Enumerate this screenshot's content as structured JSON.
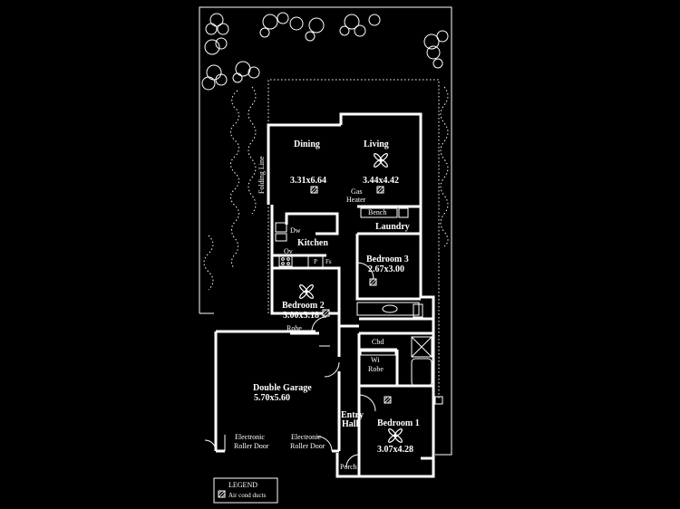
{
  "rooms": {
    "dining": {
      "name": "Dining",
      "size": "3.31x6.64"
    },
    "living": {
      "name": "Living",
      "size": "3.44x4.42"
    },
    "kitchen": {
      "name": "Kitchen"
    },
    "laundry": {
      "name": "Laundry"
    },
    "bedroom3": {
      "name": "Bedroom 3",
      "size": "2.67x3.00"
    },
    "bedroom2": {
      "name": "Bedroom 2",
      "size": "3.00x3.18"
    },
    "garage": {
      "name": "Double Garage",
      "size": "5.70x5.60"
    },
    "entry": {
      "line1": "Entry",
      "line2": "Hall"
    },
    "bedroom1": {
      "name": "Bedroom 1",
      "size": "3.07x4.28"
    },
    "porch": {
      "name": "Porch"
    }
  },
  "fixtures": {
    "gas_heater_1": "Gas",
    "gas_heater_2": "Heater",
    "bench": "Bench",
    "dw": "Dw",
    "ov": "Ov",
    "pantry": "P",
    "fridge_space": "Fs",
    "robe": "Robe",
    "cbd": "Cbd",
    "wi_robe_1": "Wi",
    "wi_robe_2": "Robe",
    "folding_line": "Folding Line",
    "roller_door_left_1": "Electronic",
    "roller_door_left_2": "Roller Door",
    "roller_door_right_1": "Electronic",
    "roller_door_right_2": "Roller Door"
  },
  "legend": {
    "title": "LEGEND",
    "item": "Air cond ducts"
  },
  "colors": {
    "background": "#000000",
    "lines": "#ffffff"
  }
}
